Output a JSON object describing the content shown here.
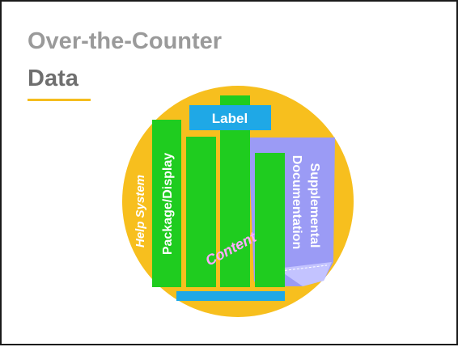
{
  "title": {
    "line1": "Over-the-Counter",
    "line2": "Data"
  },
  "diagram": {
    "labels": {
      "label": "Label",
      "help_system": "Help System",
      "package_display": "Package/Display",
      "supplemental": "Supplemental",
      "documentation": "Documentation",
      "content": "Content"
    },
    "colors": {
      "circle": "#f7bf1e",
      "bar_green": "#1fcc1f",
      "label_blue": "#1fa8e6",
      "document_purple": "#9b9bf5",
      "content_text": "#ffaaff",
      "text_white": "#ffffff"
    }
  }
}
